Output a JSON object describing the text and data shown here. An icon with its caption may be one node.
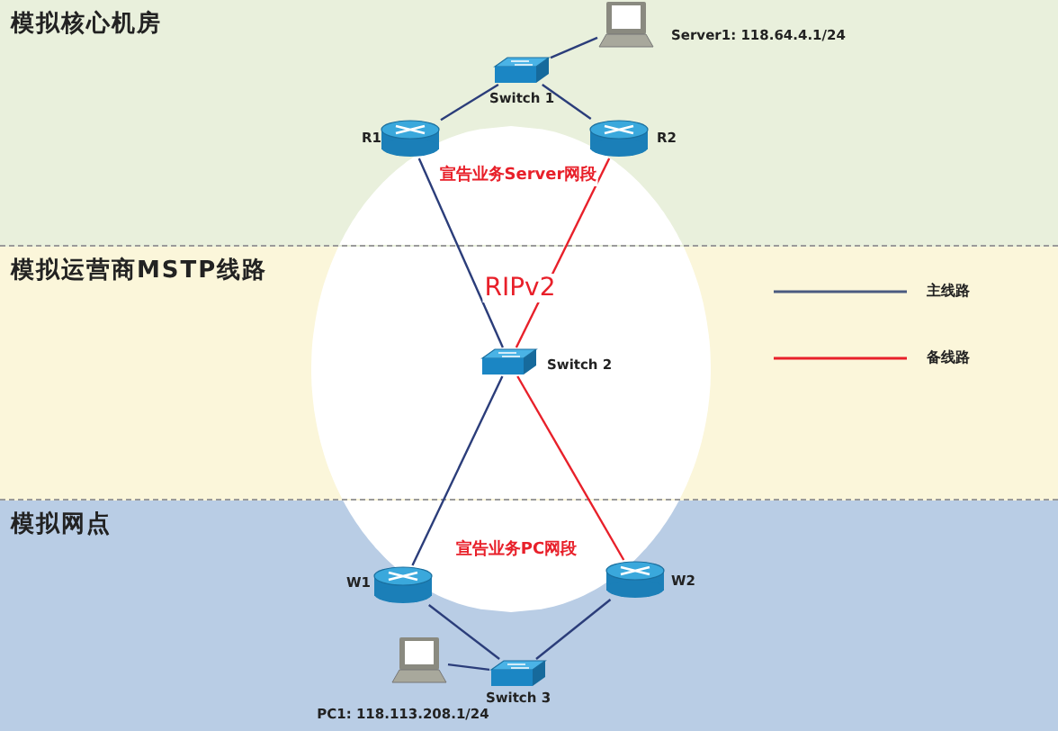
{
  "diagram": {
    "nodes": [
      {
        "text": [
          "模拟核心机房"
        ]
      },
      {
        "text": [
          "Server1: 118.64.4.1/24"
        ],
        "in": 0
      },
      {
        "text": [
          "Switch 1"
        ],
        "in": 0
      },
      {
        "text": [
          "R1"
        ],
        "in": 0
      },
      {
        "text": [
          "R2"
        ],
        "in": 0
      },
      {
        "text": [
          "模拟运营商MSTP线路"
        ]
      },
      {
        "text": [
          "Switch 2"
        ],
        "in": 5
      },
      {
        "text": [
          "模拟网点"
        ]
      },
      {
        "text": [
          "W1"
        ],
        "in": 7
      },
      {
        "text": [
          "W2"
        ],
        "in": 7
      },
      {
        "text": [
          "Switch 3"
        ],
        "in": 7
      },
      {
        "text": [
          "PC1: 118.113.208.1/24"
        ],
        "in": 7
      }
    ],
    "edges": [
      {
        "from": 2,
        "to": 1,
        "arrow": "none"
      },
      {
        "from": 2,
        "to": 3,
        "arrow": "none"
      },
      {
        "from": 2,
        "to": 4,
        "arrow": "none"
      },
      {
        "from": 3,
        "to": 6,
        "arrow": "none"
      },
      {
        "from": 4,
        "to": 6,
        "arrow": "none",
        "color": "#e8202a"
      },
      {
        "from": 6,
        "to": 8,
        "arrow": "none"
      },
      {
        "from": 6,
        "to": 9,
        "arrow": "none",
        "color": "#e8202a"
      },
      {
        "from": 8,
        "to": 10,
        "arrow": "none"
      },
      {
        "from": 9,
        "to": 10,
        "arrow": "none"
      },
      {
        "from": 10,
        "to": 11,
        "arrow": "none"
      }
    ],
    "labels": [
      "宣告业务Server网段",
      "RIPv2",
      "宣告业务PC网段"
    ],
    "legend": [
      {
        "text": "主线路"
      },
      {
        "text": "备线路"
      }
    ]
  }
}
